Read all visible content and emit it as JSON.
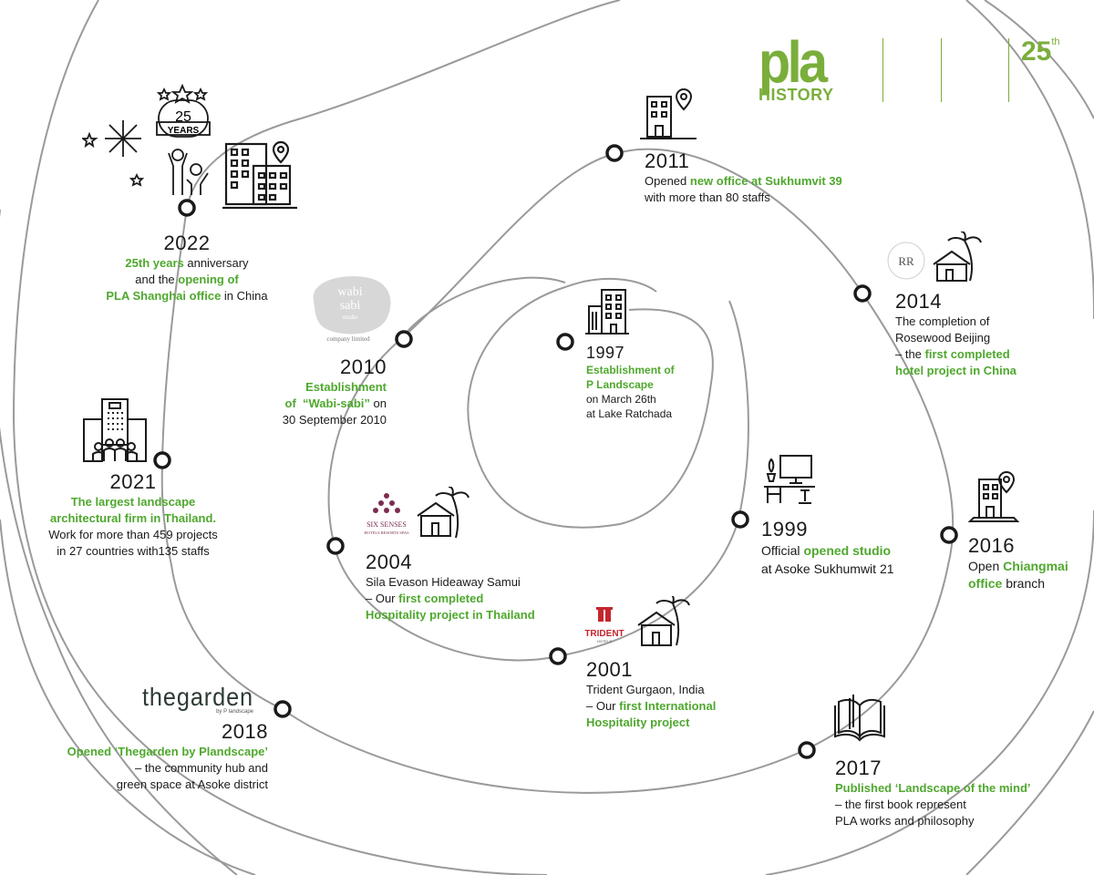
{
  "brand": {
    "logo_text": "pla",
    "subtitle": "HISTORY",
    "anniversary": "25",
    "anniversary_suffix": "th"
  },
  "events": [
    {
      "year": "2022",
      "lines": [
        [
          "25th years",
          "g"
        ],
        [
          " anniversary",
          ""
        ],
        [
          "\nand the ",
          ""
        ],
        [
          "opening of",
          "g"
        ],
        [
          "\nPLA Shanghai office",
          "g"
        ],
        [
          " in China",
          ""
        ]
      ]
    },
    {
      "year": "2011",
      "lines": [
        [
          "Opened ",
          ""
        ],
        [
          "new office at Sukhumvit 39",
          "g"
        ],
        [
          "\nwith more than 80 staffs",
          ""
        ]
      ]
    },
    {
      "year": "2014",
      "lines": [
        [
          "The completion of\nRosewood Beijing\n– the ",
          ""
        ],
        [
          "first completed\nhotel project in China",
          "g"
        ]
      ]
    },
    {
      "year": "2010",
      "lines": [
        [
          "Establishment\nof  “Wabi-sabi”",
          "g"
        ],
        [
          " on\n30 September 2010",
          ""
        ]
      ]
    },
    {
      "year": "1997",
      "lines": [
        [
          "Establishment of\nP Landscape",
          "g"
        ],
        [
          "\non March 26th\nat Lake Ratchada",
          ""
        ]
      ]
    },
    {
      "year": "2021",
      "lines": [
        [
          "The largest landscape\narchitectural firm in Thailand.",
          "g"
        ],
        [
          "\nWork for more than 459 projects\nin 27 countries with135 staffs",
          ""
        ]
      ]
    },
    {
      "year": "1999",
      "lines": [
        [
          "Official ",
          ""
        ],
        [
          "opened studio",
          "g"
        ],
        [
          "\nat Asoke Sukhumwit 21",
          ""
        ]
      ]
    },
    {
      "year": "2016",
      "lines": [
        [
          "Open ",
          ""
        ],
        [
          "Chiangmai\noffice",
          "g"
        ],
        [
          " branch",
          ""
        ]
      ]
    },
    {
      "year": "2004",
      "lines": [
        [
          "Sila Evason Hideaway Samui\n– Our ",
          ""
        ],
        [
          "first completed\nHospitality project in Thailand",
          "g"
        ]
      ]
    },
    {
      "year": "2001",
      "lines": [
        [
          "Trident Gurgaon, India\n– Our ",
          ""
        ],
        [
          "first International\nHospitality project",
          "g"
        ]
      ]
    },
    {
      "year": "2018",
      "lines": [
        [
          "Opened ‘Thegarden by Plandscape’",
          "g"
        ],
        [
          "\n– the community hub and\ngreen space at Asoke district",
          ""
        ]
      ]
    },
    {
      "year": "2017",
      "lines": [
        [
          "Published ‘Landscape of the mind’",
          "g"
        ],
        [
          "\n– the first book represent\nPLA works and philosophy",
          ""
        ]
      ]
    }
  ],
  "logos": {
    "wabi_sabi": [
      "wabi",
      "sabi",
      "studio",
      "company limited"
    ],
    "six_senses": [
      "SIX SENSES",
      "HOTELS  RESORTS  SPAS"
    ],
    "trident": [
      "TRIDENT",
      "HOTELS"
    ],
    "thegarden": [
      "thegarden",
      "by P landscape"
    ],
    "rosewood": "RR"
  },
  "years_badge": {
    "number": "25",
    "label": "YEARS"
  },
  "colors": {
    "accent": "#4fa82e",
    "logo": "#7aae3a",
    "line": "#8a8a8a"
  }
}
